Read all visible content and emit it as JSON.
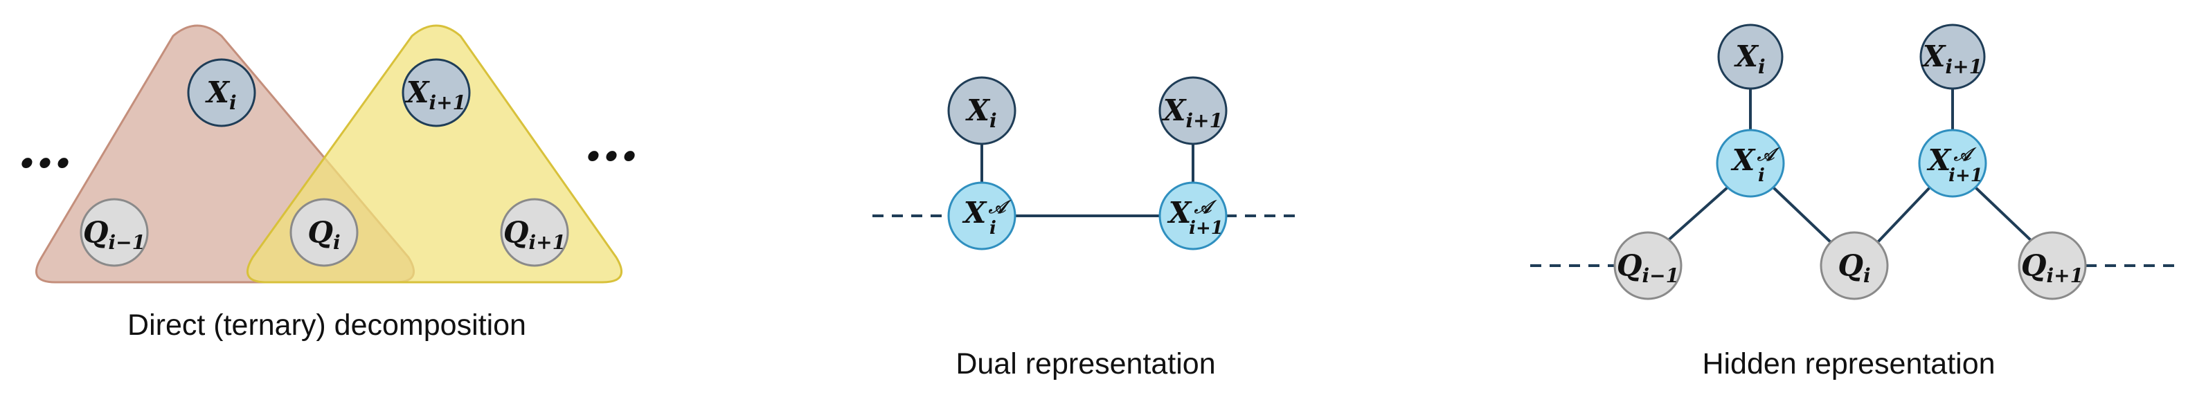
{
  "panels": {
    "direct": {
      "caption": "Direct (ternary) decomposition",
      "ellipsis_left": "…",
      "ellipsis_right": "…",
      "nodes": {
        "x_i": {
          "main": "X",
          "sub": "i",
          "sup": ""
        },
        "x_ip1": {
          "main": "X",
          "sub": "i+1",
          "sup": ""
        },
        "q_im1": {
          "main": "Q",
          "sub": "i−1",
          "sup": ""
        },
        "q_i": {
          "main": "Q",
          "sub": "i",
          "sup": ""
        },
        "q_ip1": {
          "main": "Q",
          "sub": "i+1",
          "sup": ""
        }
      }
    },
    "dual": {
      "caption": "Dual representation",
      "nodes": {
        "x_i": {
          "main": "X",
          "sub": "i",
          "sup": ""
        },
        "x_ip1": {
          "main": "X",
          "sub": "i+1",
          "sup": ""
        },
        "xa_i": {
          "main": "X",
          "sub": "i",
          "sup": "𝒜"
        },
        "xa_ip1": {
          "main": "X",
          "sub": "i+1",
          "sup": "𝒜"
        }
      }
    },
    "hidden": {
      "caption": "Hidden representation",
      "nodes": {
        "x_i": {
          "main": "X",
          "sub": "i",
          "sup": ""
        },
        "x_ip1": {
          "main": "X",
          "sub": "i+1",
          "sup": ""
        },
        "xa_i": {
          "main": "X",
          "sub": "i",
          "sup": "𝒜"
        },
        "xa_ip1": {
          "main": "X",
          "sub": "i+1",
          "sup": "𝒜"
        },
        "q_im1": {
          "main": "Q",
          "sub": "i−1",
          "sup": ""
        },
        "q_i": {
          "main": "Q",
          "sub": "i",
          "sup": ""
        },
        "q_ip1": {
          "main": "Q",
          "sub": "i+1",
          "sup": ""
        }
      }
    }
  },
  "colors": {
    "observed_fill": "#b9c7d4",
    "latent_fill": "#ace0f2",
    "latent_stroke": "#2f8fbf",
    "query_fill": "#dcdcdc",
    "query_stroke": "#8a8a8a",
    "edge": "#1f3d57",
    "triangle_left_fill": "#dcb8ab",
    "triangle_left_stroke": "#c48f7c",
    "triangle_right_fill": "#f1e27a",
    "triangle_right_stroke": "#d8c13b"
  }
}
